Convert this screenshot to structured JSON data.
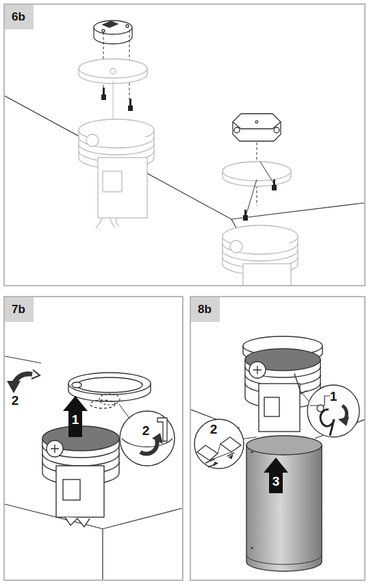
{
  "diagram": {
    "nodes": [
      {
        "text": [
          "6b"
        ]
      },
      {
        "text": [
          "7b"
        ]
      },
      {
        "text": [
          "8b"
        ]
      }
    ],
    "labels": [
      "2",
      "1",
      "2",
      "1",
      "2",
      "3"
    ]
  }
}
